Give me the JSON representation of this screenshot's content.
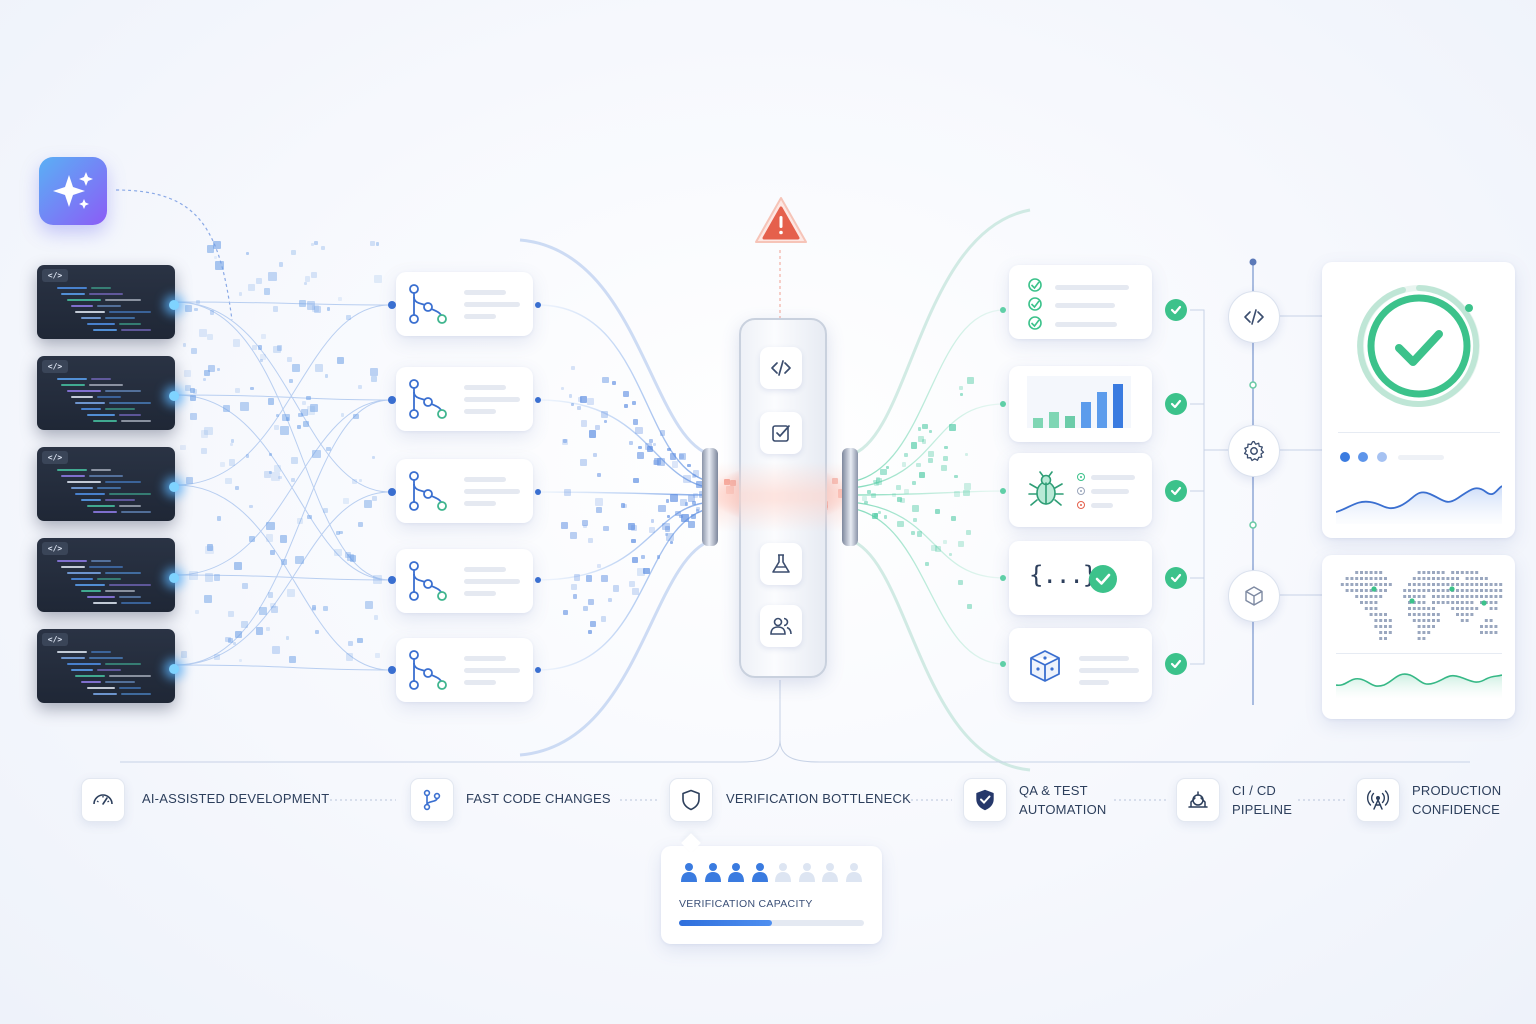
{
  "stages": [
    {
      "label": "AI-ASSISTED DEVELOPMENT",
      "icon": "speedometer-icon"
    },
    {
      "label": "FAST CODE CHANGES",
      "icon": "git-branch-icon"
    },
    {
      "label": "VERIFICATION BOTTLENECK",
      "icon": "shield-icon"
    },
    {
      "label": "QA & TEST\nAUTOMATION",
      "icon": "shield-check-icon"
    },
    {
      "label": "CI / CD\nPIPELINE",
      "icon": "pipeline-icon"
    },
    {
      "label": "PRODUCTION\nCONFIDENCE",
      "icon": "antenna-icon"
    }
  ],
  "editor_tag": "</>",
  "capacity": {
    "label": "VERIFICATION CAPACITY",
    "people_total": 8,
    "people_active": 4,
    "fill": 0.5
  },
  "verify_cards": [
    {
      "icon": "checklist-icon"
    },
    {
      "icon": "bar-chart-icon"
    },
    {
      "icon": "bug-icon"
    },
    {
      "icon": "braces-icon",
      "text": "{...}"
    },
    {
      "icon": "cube-icon"
    }
  ],
  "colors": {
    "accent_blue": "#3a7be0",
    "success_green": "#3cc28b",
    "warning_red": "#e5604c",
    "ai_gradient_start": "#5ab0f5",
    "ai_gradient_end": "#8b5cf6"
  }
}
